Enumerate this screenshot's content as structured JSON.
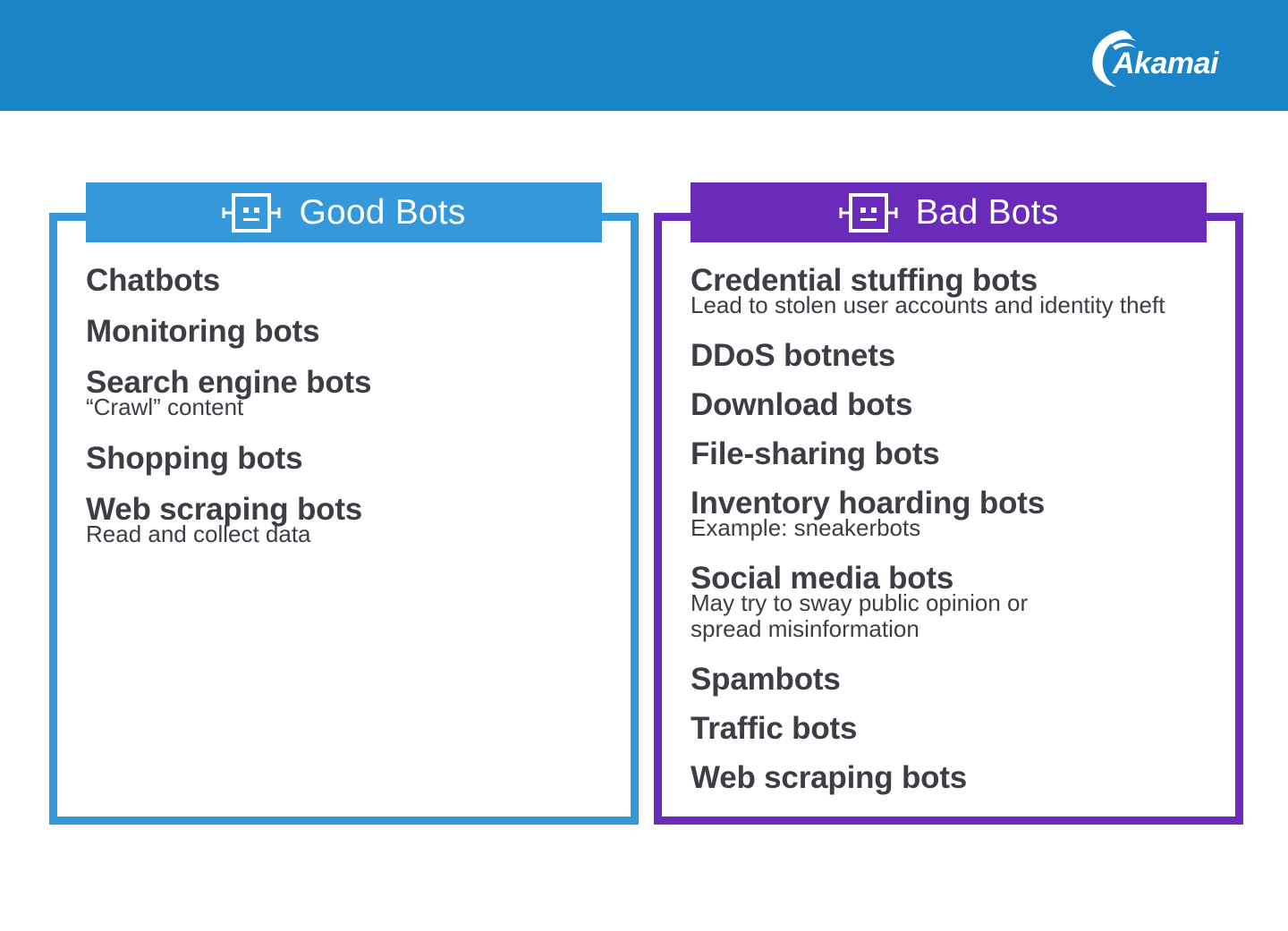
{
  "header": {
    "logo_text": "Akamai"
  },
  "good": {
    "title": "Good Bots",
    "icon": "robot-face-icon",
    "accent": "#3498db",
    "items": [
      {
        "name": "Chatbots",
        "desc": ""
      },
      {
        "name": "Monitoring bots",
        "desc": ""
      },
      {
        "name": "Search engine bots",
        "desc": "“Crawl” content"
      },
      {
        "name": "Shopping bots",
        "desc": ""
      },
      {
        "name": "Web scraping bots",
        "desc": "Read and collect data"
      }
    ]
  },
  "bad": {
    "title": "Bad Bots",
    "icon": "robot-face-icon",
    "accent": "#6a2bbb",
    "items": [
      {
        "name": "Credential stuffing bots",
        "desc": "Lead to stolen user accounts and identity theft"
      },
      {
        "name": "DDoS botnets",
        "desc": ""
      },
      {
        "name": "Download bots",
        "desc": ""
      },
      {
        "name": "File-sharing bots",
        "desc": ""
      },
      {
        "name": "Inventory hoarding bots",
        "desc": "Example: sneakerbots"
      },
      {
        "name": "Social media bots",
        "desc": "May try to sway public opinion or\nspread misinformation"
      },
      {
        "name": "Spambots",
        "desc": ""
      },
      {
        "name": "Traffic bots",
        "desc": ""
      },
      {
        "name": "Web scraping bots",
        "desc": ""
      }
    ]
  },
  "colors": {
    "top_bar": "#1b84c6",
    "text": "#3d3d45"
  }
}
